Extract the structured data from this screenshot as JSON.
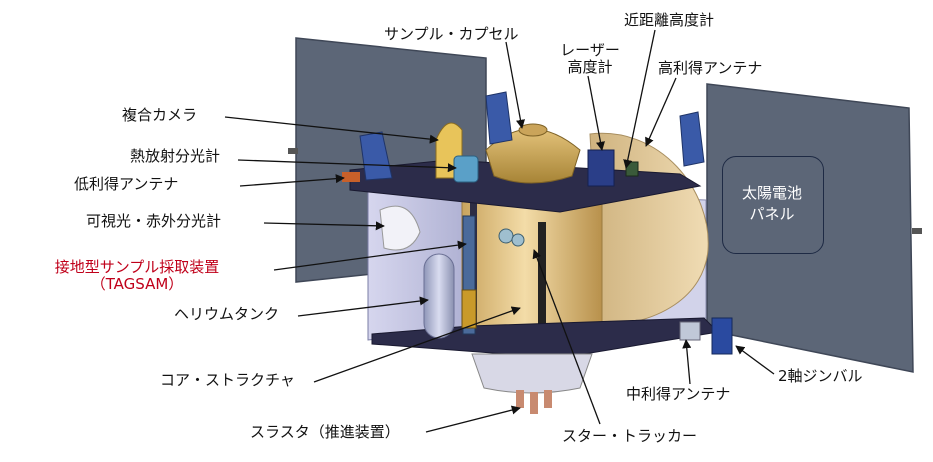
{
  "labels": {
    "sample_capsule": "サンプル・カプセル",
    "nearfield_altimeter": "近距離高度計",
    "laser_altimeter_l1": "レーザー",
    "laser_altimeter_l2": "高度計",
    "high_gain_antenna": "高利得アンテナ",
    "composite_camera": "複合カメラ",
    "thermal_spectrometer": "熱放射分光計",
    "low_gain_antenna": "低利得アンテナ",
    "vis_ir_spectrometer": "可視光・赤外分光計",
    "tagsam_l1": "接地型サンプル採取装置",
    "tagsam_l2": "（TAGSAM）",
    "helium_tank": "ヘリウムタンク",
    "core_structure": "コア・ストラクチャ",
    "thrusters": "スラスタ（推進装置）",
    "star_tracker": "スター・トラッカー",
    "medium_gain_antenna": "中利得アンテナ",
    "two_axis_gimbal": "2軸ジンバル",
    "solar_panel_l1": "太陽電池",
    "solar_panel_l2": "パネル"
  },
  "colors": {
    "label_text": "#111111",
    "tagsam_text": "#c0001a",
    "solar_panel": "#5c6677",
    "deck": "#2c2c4a",
    "core_cylinder": "#e8c486",
    "capsule": "#c9a95a",
    "high_gain_dish": "#e0c79a",
    "instrument_blue": "#3a5aa8"
  }
}
